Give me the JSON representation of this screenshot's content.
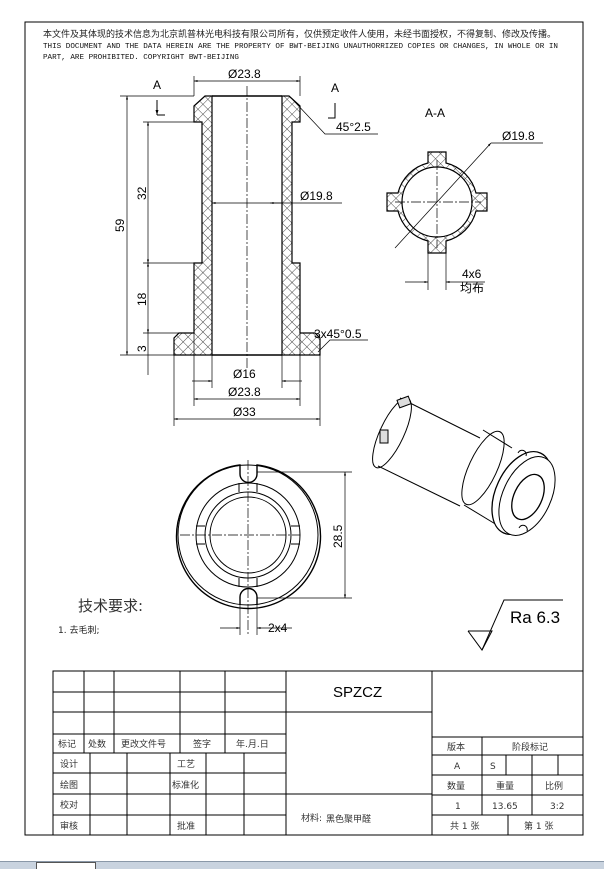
{
  "header": {
    "notice_cn": "本文件及其体现的技术信息为北京凯普林光电科技有限公司所有，仅供预定收件人使用，未经书面授权，不得复制、修改及传播。",
    "notice_en_1": "THIS DOCUMENT AND THE DATA HEREIN ARE THE PROPERTY OF BWT-BEIJING UNAUTHORRIZED COPIES OR CHANGES, IN WHOLE OR IN",
    "notice_en_2": "PART,  ARE PROHIBITED. COPYRIGHT BWT-BEIJING"
  },
  "section_view": {
    "cut_label_left": "A",
    "cut_label_right": "A",
    "dim_top_dia": "Ø23.8",
    "dim_chamfer_top": "45°2.5",
    "dim_inner_dia": "Ø19.8",
    "dim_total_height": "59",
    "dim_upper_height": "32",
    "dim_lower_height": "18",
    "dim_flange_height": "3",
    "dim_chamfer_bottom": "3x45°0.5",
    "dim_bore": "Ø16",
    "dim_body_dia": "Ø23.8",
    "dim_flange_dia": "Ø33"
  },
  "section_aa": {
    "title": "A-A",
    "dim_dia": "Ø19.8",
    "dim_lugs": "4x6",
    "dim_lugs_note": "均布"
  },
  "bottom_view": {
    "dim_height": "28.5",
    "dim_slot": "2x4"
  },
  "requirements": {
    "title": "技术要求:",
    "items": [
      "1. 去毛刺;"
    ]
  },
  "surface_finish": {
    "label": "Ra 6.3"
  },
  "title_block": {
    "part_name": "SPZCZ",
    "material_label": "材料:",
    "material_value": "黑色聚甲醛",
    "revision_headers": [
      "标记",
      "处数",
      "更改文件号",
      "签字",
      "年.月.日"
    ],
    "approvals": [
      "设计",
      "绘图",
      "校对",
      "审核"
    ],
    "approvals_right": [
      "工艺",
      "标准化",
      "批准"
    ],
    "version_label": "版本",
    "stage_label": "阶段标记",
    "version_value": "A",
    "stage_value": "S",
    "qty_label": "数量",
    "weight_label": "重量",
    "scale_label": "比例",
    "qty_value": "1",
    "weight_value": "13.65",
    "scale_value": "3:2",
    "sheets_total": "共 1 张",
    "sheet_number": "第 1 张"
  }
}
